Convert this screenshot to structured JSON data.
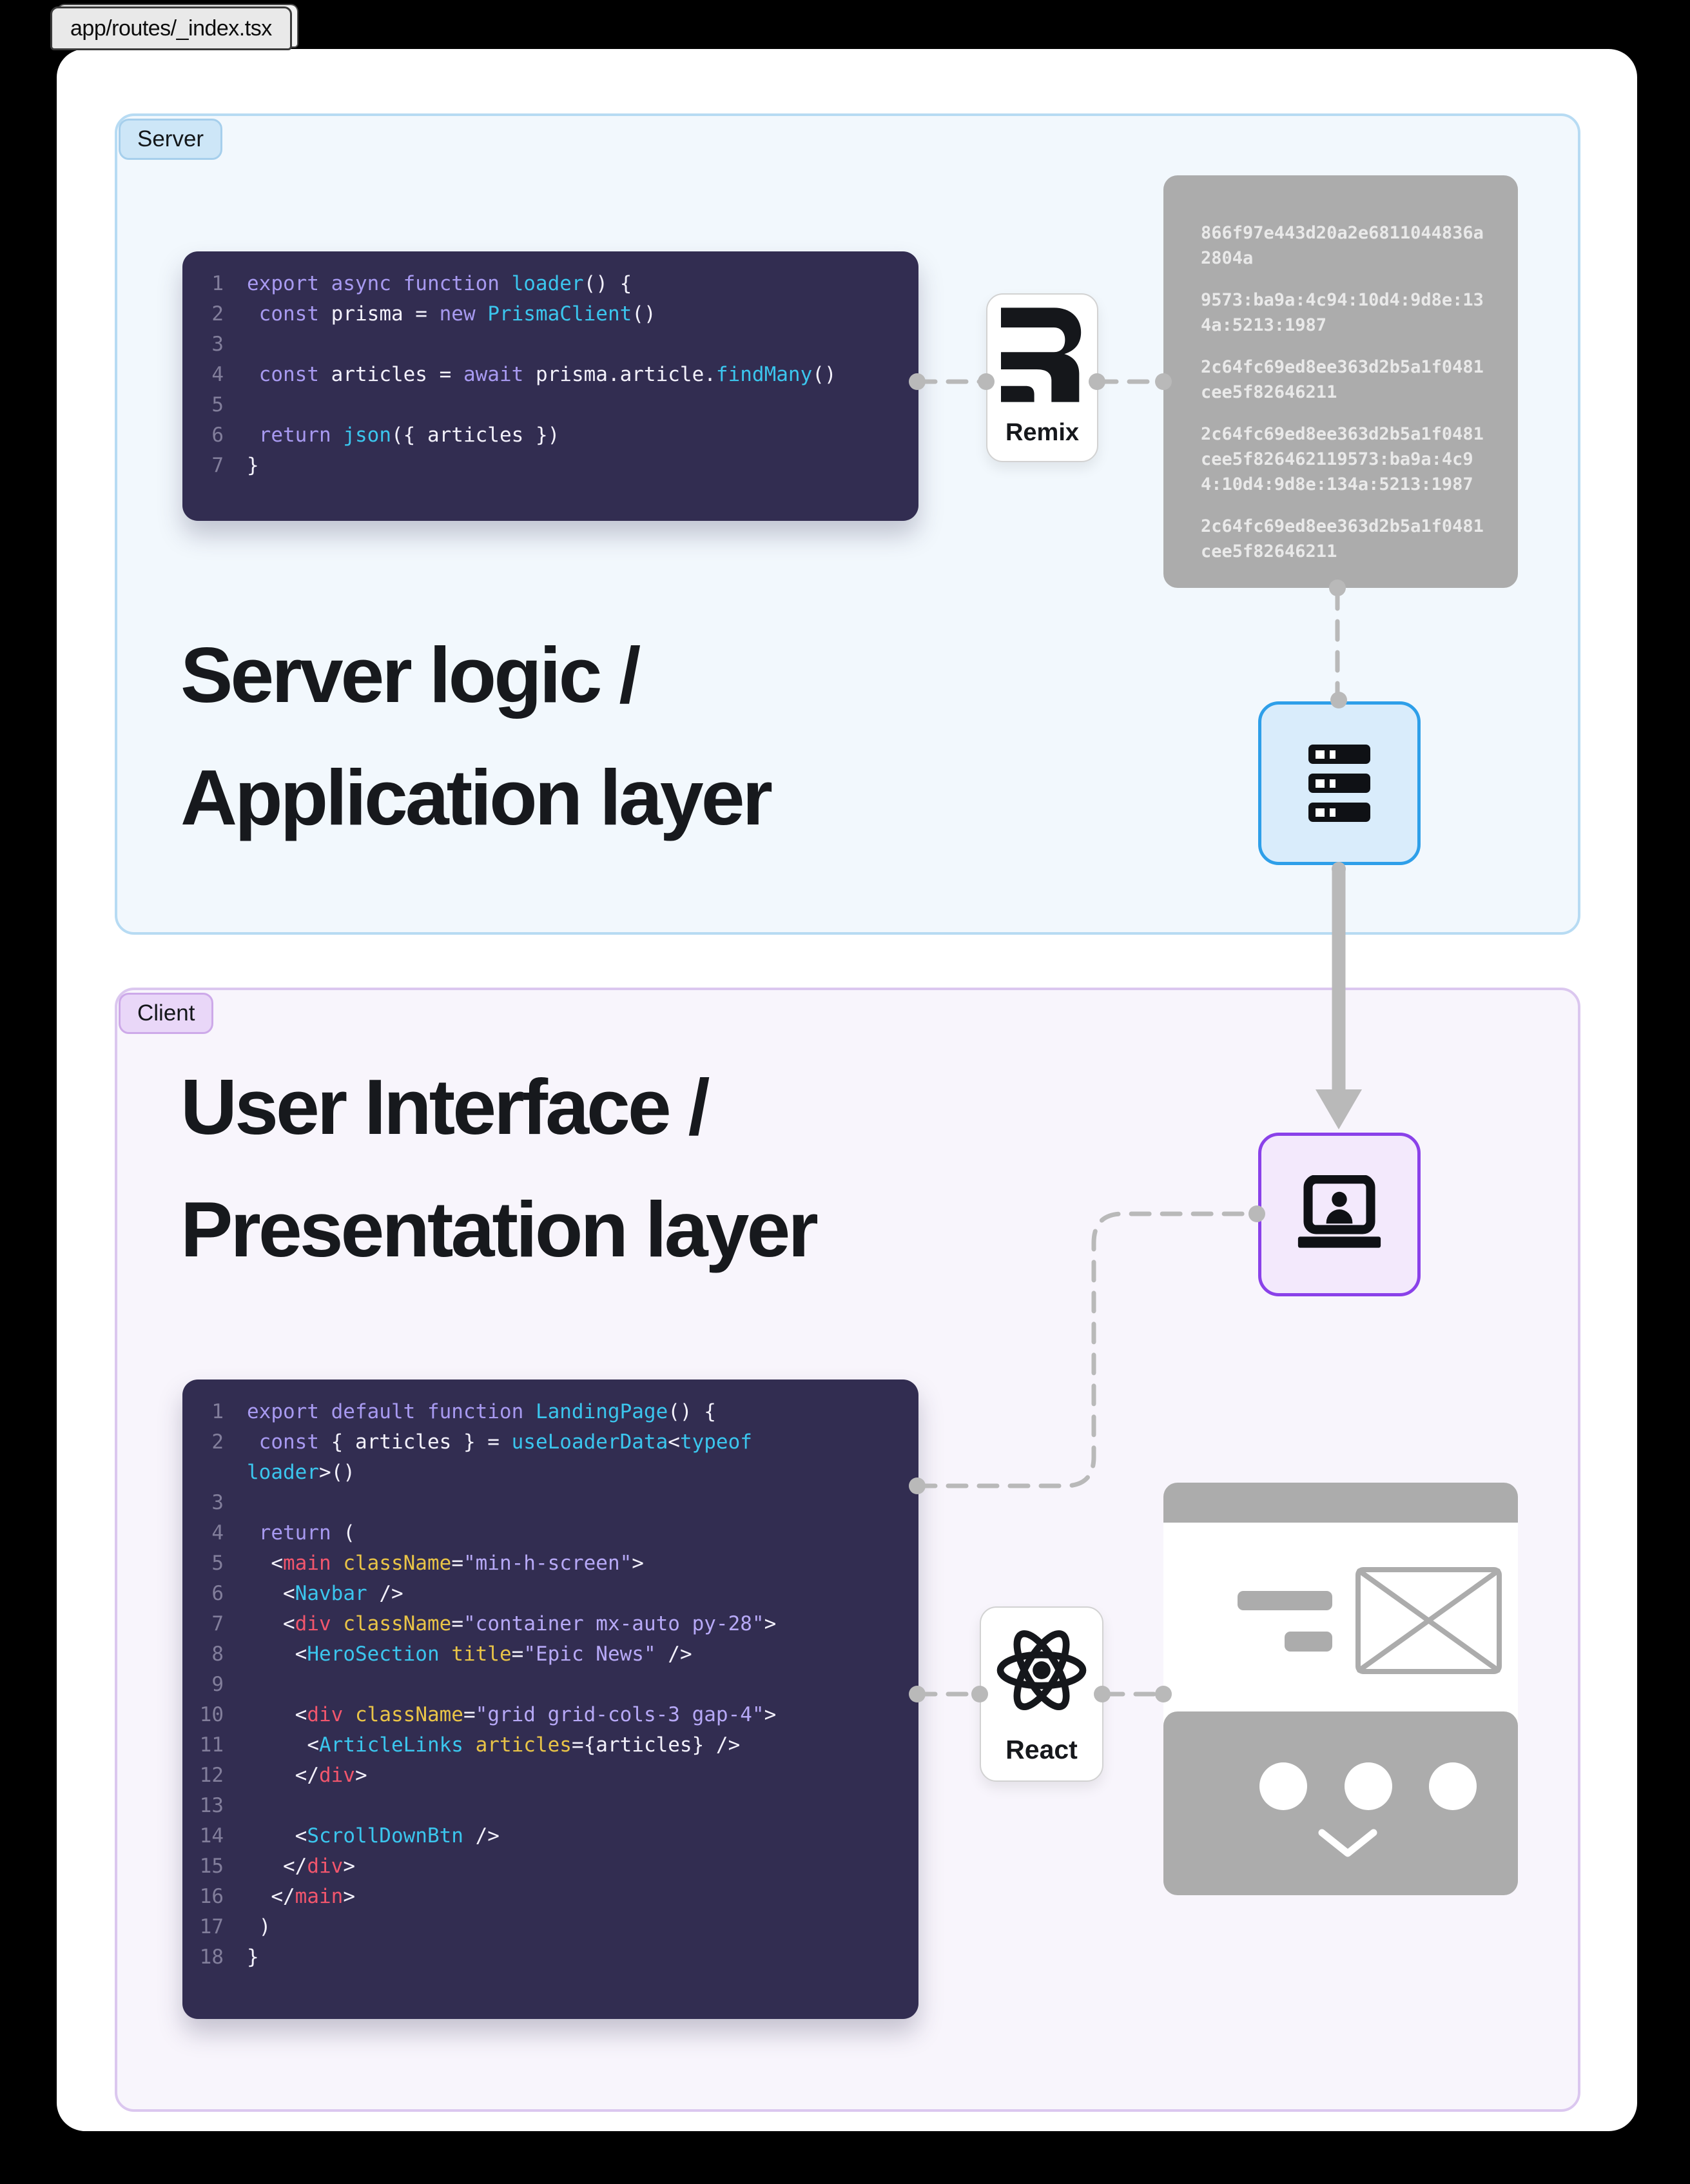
{
  "tab": {
    "label": "app/routes/_index.tsx"
  },
  "colors": {
    "server_accent": "#2e9fe9",
    "client_accent": "#8a41e9",
    "code_background": "#322d51",
    "neutral_gray": "#acacac",
    "server_section_bg": "#f2f8fd",
    "client_section_bg": "#f8f5fc"
  },
  "server": {
    "badge": "Server",
    "heading": [
      "Server logic /",
      "Application layer"
    ],
    "remix_card": {
      "label": "Remix"
    },
    "hashes": [
      "866f97e443d20a2e6811044836a2804a",
      "9573:ba9a:4c94:10d4:9d8e:134a:5213:1987",
      "2c64fc69ed8ee363d2b5a1f0481cee5f82646211",
      "2c64fc69ed8ee363d2b5a1f0481cee5f826462119573:ba9a:4c94:10d4:9d8e:134a:5213:1987",
      "2c64fc69ed8ee363d2b5a1f0481cee5f82646211"
    ],
    "code": {
      "lines": [
        {
          "n": "1",
          "ind": 0,
          "toks": [
            [
              "export async function",
              "kw"
            ],
            [
              " ",
              "pl"
            ],
            [
              "loader",
              "fn"
            ],
            [
              "() {",
              "pl"
            ]
          ]
        },
        {
          "n": "2",
          "ind": 1,
          "toks": [
            [
              "const",
              "kw"
            ],
            [
              " prisma = ",
              "pl"
            ],
            [
              "new",
              "kw"
            ],
            [
              " ",
              "pl"
            ],
            [
              "PrismaClient",
              "fn"
            ],
            [
              "()",
              "pl"
            ]
          ]
        },
        {
          "n": "3",
          "ind": 0,
          "toks": []
        },
        {
          "n": "4",
          "ind": 1,
          "toks": [
            [
              "const",
              "kw"
            ],
            [
              " articles = ",
              "pl"
            ],
            [
              "await",
              "kw"
            ],
            [
              " prisma.article.",
              "pl"
            ],
            [
              "findMany",
              "fn"
            ],
            [
              "()",
              "pl"
            ]
          ]
        },
        {
          "n": "5",
          "ind": 0,
          "toks": []
        },
        {
          "n": "6",
          "ind": 1,
          "toks": [
            [
              "return",
              "kw"
            ],
            [
              " ",
              "pl"
            ],
            [
              "json",
              "fn"
            ],
            [
              "({ articles })",
              "pl"
            ]
          ]
        },
        {
          "n": "7",
          "ind": 0,
          "toks": [
            [
              "}",
              "pl"
            ]
          ]
        }
      ]
    }
  },
  "client": {
    "badge": "Client",
    "heading": [
      "User Interface /",
      "Presentation layer"
    ],
    "react_card": {
      "label": "React"
    },
    "code": {
      "lines": [
        {
          "n": "1",
          "ind": 0,
          "toks": [
            [
              "export default function",
              "kw"
            ],
            [
              " ",
              "pl"
            ],
            [
              "LandingPage",
              "fn"
            ],
            [
              "() {",
              "pl"
            ]
          ]
        },
        {
          "n": "2",
          "ind": 1,
          "toks": [
            [
              "const",
              "kw"
            ],
            [
              " { articles } = ",
              "pl"
            ],
            [
              "useLoaderData",
              "fn"
            ],
            [
              "<",
              "pl"
            ],
            [
              "typeof",
              "fn"
            ]
          ]
        },
        {
          "n": "",
          "ind": 0,
          "toks": [
            [
              "loader",
              "fn"
            ],
            [
              ">()",
              "pl"
            ]
          ]
        },
        {
          "n": "3",
          "ind": 0,
          "toks": []
        },
        {
          "n": "4",
          "ind": 1,
          "toks": [
            [
              "return",
              "kw"
            ],
            [
              " (",
              "pl"
            ]
          ]
        },
        {
          "n": "5",
          "ind": 2,
          "toks": [
            [
              "<",
              "pl"
            ],
            [
              "main",
              "tag"
            ],
            [
              " ",
              "pl"
            ],
            [
              "className",
              "attr"
            ],
            [
              "=",
              "pl"
            ],
            [
              "\"min-h-screen\"",
              "str"
            ],
            [
              ">",
              "pl"
            ]
          ]
        },
        {
          "n": "6",
          "ind": 3,
          "toks": [
            [
              "<",
              "pl"
            ],
            [
              "Navbar",
              "fn"
            ],
            [
              " />",
              "pl"
            ]
          ]
        },
        {
          "n": "7",
          "ind": 3,
          "toks": [
            [
              "<",
              "pl"
            ],
            [
              "div",
              "tag"
            ],
            [
              " ",
              "pl"
            ],
            [
              "className",
              "attr"
            ],
            [
              "=",
              "pl"
            ],
            [
              "\"container mx-auto py-28\"",
              "str"
            ],
            [
              ">",
              "pl"
            ]
          ]
        },
        {
          "n": "8",
          "ind": 4,
          "toks": [
            [
              "<",
              "pl"
            ],
            [
              "HeroSection",
              "fn"
            ],
            [
              " ",
              "pl"
            ],
            [
              "title",
              "attr"
            ],
            [
              "=",
              "pl"
            ],
            [
              "\"Epic News\"",
              "str"
            ],
            [
              " />",
              "pl"
            ]
          ]
        },
        {
          "n": "9",
          "ind": 0,
          "toks": []
        },
        {
          "n": "10",
          "ind": 4,
          "toks": [
            [
              "<",
              "pl"
            ],
            [
              "div",
              "tag"
            ],
            [
              " ",
              "pl"
            ],
            [
              "className",
              "attr"
            ],
            [
              "=",
              "pl"
            ],
            [
              "\"grid grid-cols-3 gap-4\"",
              "str"
            ],
            [
              ">",
              "pl"
            ]
          ]
        },
        {
          "n": "11",
          "ind": 5,
          "toks": [
            [
              "<",
              "pl"
            ],
            [
              "ArticleLinks",
              "fn"
            ],
            [
              " ",
              "pl"
            ],
            [
              "articles",
              "attr"
            ],
            [
              "=",
              "pl"
            ],
            [
              "{articles}",
              "pl"
            ],
            [
              " />",
              "pl"
            ]
          ]
        },
        {
          "n": "12",
          "ind": 4,
          "toks": [
            [
              "</",
              "pl"
            ],
            [
              "div",
              "tag"
            ],
            [
              ">",
              "pl"
            ]
          ]
        },
        {
          "n": "13",
          "ind": 0,
          "toks": []
        },
        {
          "n": "14",
          "ind": 4,
          "toks": [
            [
              "<",
              "pl"
            ],
            [
              "ScrollDownBtn",
              "fn"
            ],
            [
              " />",
              "pl"
            ]
          ]
        },
        {
          "n": "15",
          "ind": 3,
          "toks": [
            [
              "</",
              "pl"
            ],
            [
              "div",
              "tag"
            ],
            [
              ">",
              "pl"
            ]
          ]
        },
        {
          "n": "16",
          "ind": 2,
          "toks": [
            [
              "</",
              "pl"
            ],
            [
              "main",
              "tag"
            ],
            [
              ">",
              "pl"
            ]
          ]
        },
        {
          "n": "17",
          "ind": 1,
          "toks": [
            [
              ")",
              "pl"
            ]
          ]
        },
        {
          "n": "18",
          "ind": 0,
          "toks": [
            [
              "}",
              "pl"
            ]
          ]
        }
      ]
    }
  }
}
